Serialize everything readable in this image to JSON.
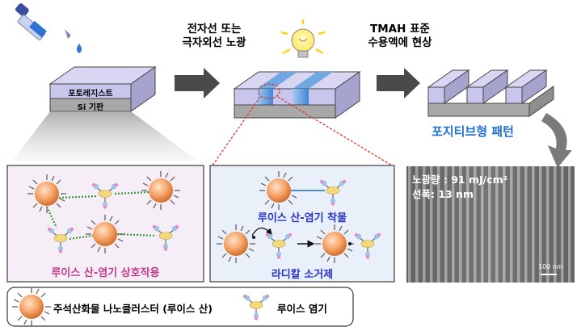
{
  "steps": {
    "exposure_line1": "전자선 또는",
    "exposure_line2": "극자외선 노광",
    "develop_line1": "TMAH 표준",
    "develop_line2": "수용액에 현상"
  },
  "layers": {
    "photoresist": "포토레지스트",
    "substrate": "Si 기판"
  },
  "result_title": "포지티브형 패턴",
  "panel_interaction": {
    "caption": "루이스 산-염기 상호작용"
  },
  "panel_complex": {
    "adduct_label": "루이스 산-염기 착물",
    "scavenger_label": "라디칼 소거제"
  },
  "sem": {
    "dose_line": "노광량 : 91 mJ/cm²",
    "linewidth_line": "선폭: 13 nm",
    "scale_bar": "100 nm"
  },
  "legend": {
    "acid_label": "주석산화물 나노클러스터 (루이스 산)",
    "base_label": "루이스 염기"
  },
  "colors": {
    "step_title": "#1f6fd1",
    "interaction_caption": "#c23a8d",
    "complex_text": "#2a33c8",
    "panel_left_bg": "#f6eef6",
    "panel_mid_bg": "#e9f0fa",
    "photoresist": "#c9c6ee",
    "substrate": "#a8a8a8",
    "arrow": "#4a4a4a"
  }
}
